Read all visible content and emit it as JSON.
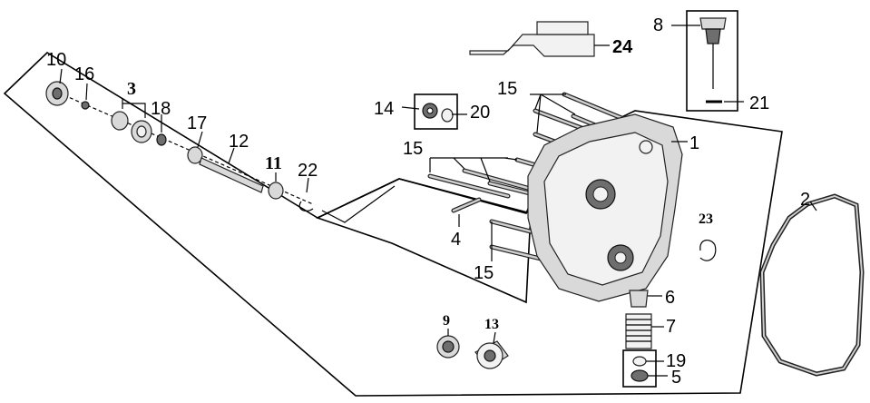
{
  "callouts": [
    {
      "id": "1",
      "label": "1"
    },
    {
      "id": "2",
      "label": "2"
    },
    {
      "id": "3",
      "label": "3"
    },
    {
      "id": "4",
      "label": "4"
    },
    {
      "id": "5",
      "label": "5"
    },
    {
      "id": "6",
      "label": "6"
    },
    {
      "id": "7",
      "label": "7"
    },
    {
      "id": "8",
      "label": "8"
    },
    {
      "id": "9",
      "label": "9"
    },
    {
      "id": "10",
      "label": "10"
    },
    {
      "id": "11",
      "label": "11"
    },
    {
      "id": "12",
      "label": "12"
    },
    {
      "id": "13",
      "label": "13"
    },
    {
      "id": "14",
      "label": "14"
    },
    {
      "id": "15a",
      "label": "15"
    },
    {
      "id": "15b",
      "label": "15"
    },
    {
      "id": "15c",
      "label": "15"
    },
    {
      "id": "16",
      "label": "16"
    },
    {
      "id": "17",
      "label": "17"
    },
    {
      "id": "18",
      "label": "18"
    },
    {
      "id": "19",
      "label": "19"
    },
    {
      "id": "20",
      "label": "20"
    },
    {
      "id": "21",
      "label": "21"
    },
    {
      "id": "22",
      "label": "22"
    },
    {
      "id": "23",
      "label": "23"
    },
    {
      "id": "24",
      "label": "24"
    }
  ],
  "colors": {
    "line": "#000000",
    "part_fill": "#d9d9d9",
    "part_dark": "#6e6e6e",
    "background": "#ffffff"
  }
}
